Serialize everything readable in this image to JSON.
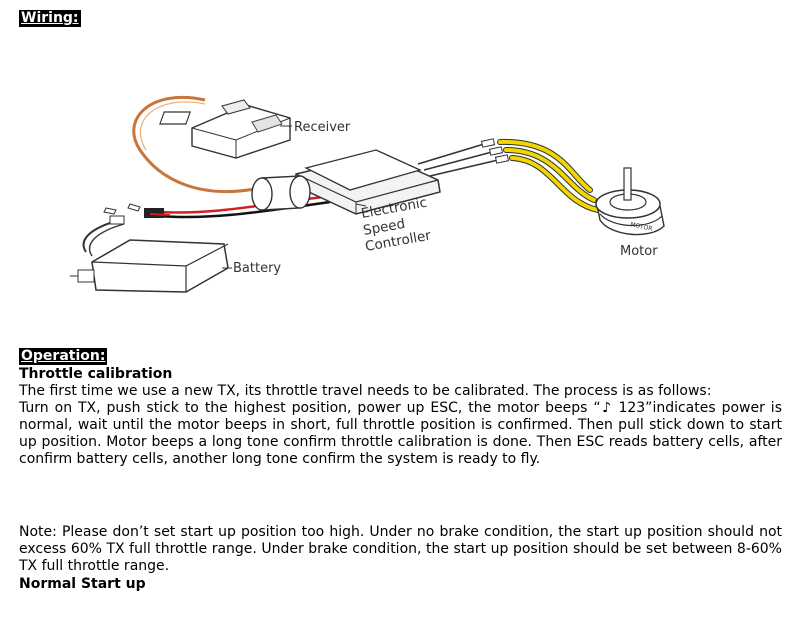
{
  "headings": {
    "wiring": "Wiring:",
    "operation": "Operation:",
    "throttle_calibration": "Throttle calibration",
    "normal_start_up": "Normal Start up"
  },
  "diagram": {
    "receiver": "Receiver",
    "esc_line1": "Electronic",
    "esc_line2": "Speed",
    "esc_line3": "Controller",
    "battery": "Battery",
    "motor": "Motor",
    "motor_can_text": "MOTOR"
  },
  "paragraphs": {
    "intro": "The first time we use a new TX, its throttle travel needs to be calibrated. The process is as follows:",
    "procedure": "Turn on TX, push stick to the highest position, power up ESC, the motor beeps “♪ 123”indicates power is normal, wait until the motor beeps in short, full throttle position is confirmed.   Then pull stick down to start up position. Motor beeps a long tone confirm throttle calibration is done. Then ESC reads battery cells, after confirm battery cells, another long tone confirm the system is ready to fly.",
    "note": "Note: Please don’t set start up position too high. Under no brake condition, the start up position should not excess 60% TX full throttle range.   Under brake condition, the start up position should be set between 8-60% TX full throttle range."
  },
  "colors": {
    "receiver_wire": "#c8763a",
    "battery_red_wire": "#d32020",
    "motor_wires": "#f2d600"
  }
}
